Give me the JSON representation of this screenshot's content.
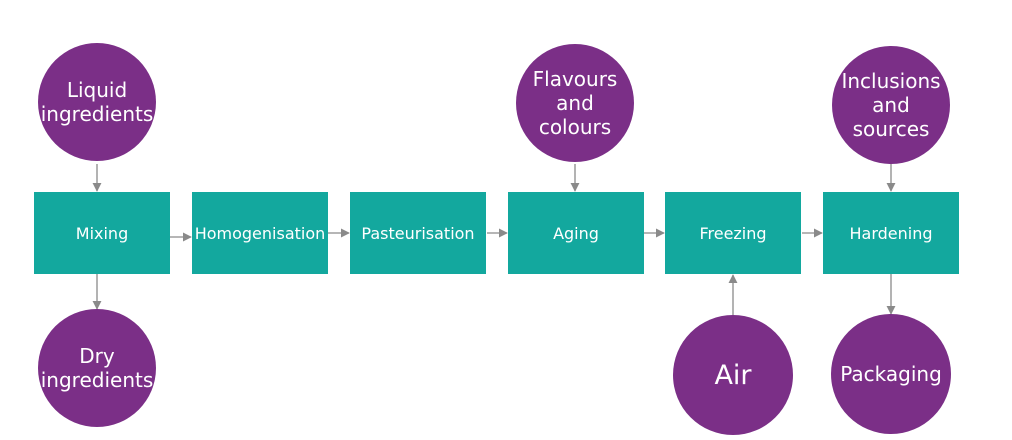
{
  "colors": {
    "process_box": "#13a89e",
    "input_circle": "#7b2f87",
    "arrow": "#8a8a8a",
    "text": "#ffffff"
  },
  "process_steps": [
    {
      "label": "Mixing"
    },
    {
      "label": "Homogenisation"
    },
    {
      "label": "Pasteurisation"
    },
    {
      "label": "Aging"
    },
    {
      "label": "Freezing"
    },
    {
      "label": "Hardening"
    }
  ],
  "inputs": {
    "liquid_ingredients": {
      "lines": [
        "Liquid",
        "ingredients"
      ]
    },
    "dry_ingredients": {
      "lines": [
        "Dry",
        "ingredients"
      ]
    },
    "flavours_and_colours": {
      "lines": [
        "Flavours",
        "and",
        "colours"
      ]
    },
    "air": {
      "lines": [
        "Air"
      ]
    },
    "inclusions_and_sources": {
      "lines": [
        "Inclusions",
        "and",
        "sources"
      ]
    },
    "packaging": {
      "lines": [
        "Packaging"
      ]
    }
  }
}
